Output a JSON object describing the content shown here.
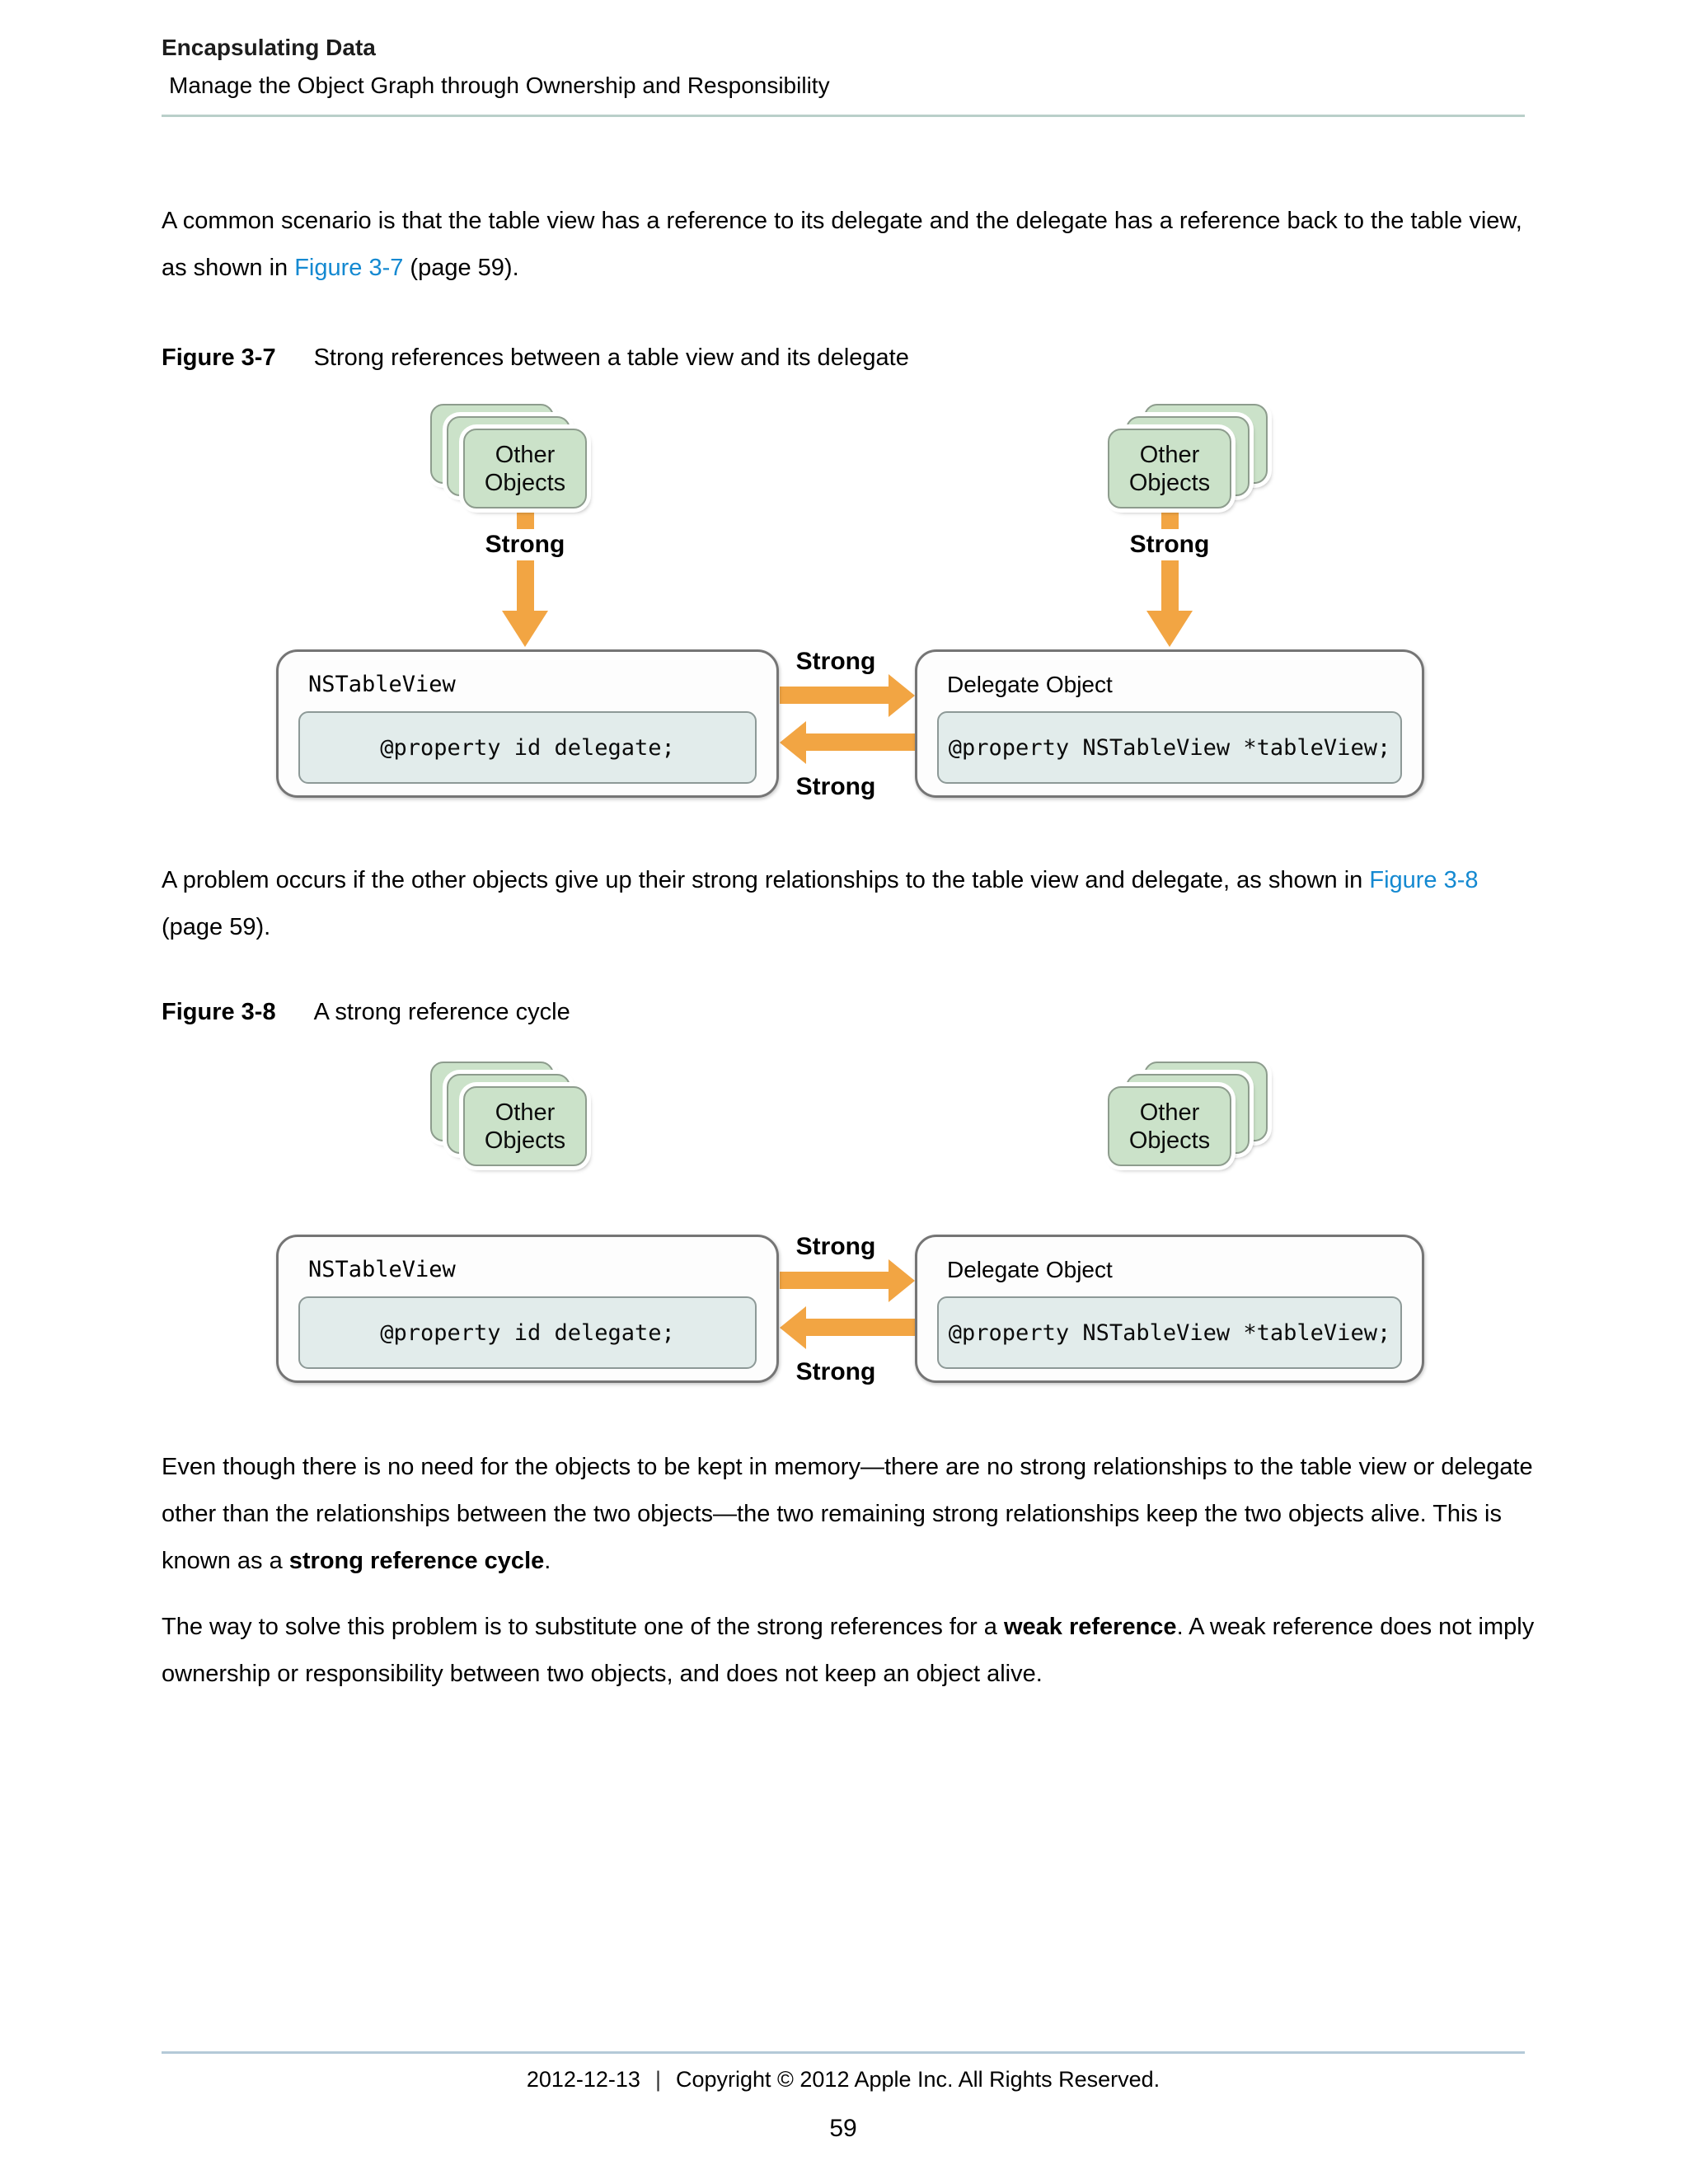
{
  "header": {
    "section_title": "Encapsulating Data",
    "section_subtitle": "Manage the Object Graph through Ownership and Responsibility"
  },
  "paragraphs": {
    "p1": {
      "pre": "A common scenario is that the table view has a reference to its delegate and the delegate has a reference back to the table view, as shown in ",
      "link": "Figure 3-7",
      "post": " (page 59)."
    },
    "p2": {
      "pre": "A problem occurs if the other objects give up their strong relationships to the table view and delegate, as shown in ",
      "link": "Figure 3-8",
      "post": " (page 59)."
    },
    "p3": {
      "pre": "Even though there is no need for the objects to be kept in memory—there are no strong relationships to the table view or delegate other than the relationships between the two objects—the two remaining strong relationships keep the two objects alive. This is known as a ",
      "bold": "strong reference cycle",
      "post": "."
    },
    "p4": {
      "pre": "The way to solve this problem is to substitute one of the strong references for a ",
      "bold": "weak reference",
      "post": ". A weak reference does not imply ownership or responsibility between two objects, and does not keep an object alive."
    }
  },
  "figure7": {
    "label": "Figure 3-7",
    "caption": "Strong references between a table view and its delegate",
    "other_objects": "Other Objects",
    "strong": "Strong",
    "tableview": {
      "title": "NSTableView",
      "property": "@property id delegate;"
    },
    "delegate": {
      "title": "Delegate Object",
      "property": "@property NSTableView *tableView;"
    }
  },
  "figure8": {
    "label": "Figure 3-8",
    "caption": "A strong reference cycle",
    "other_objects": "Other Objects",
    "strong": "Strong",
    "tableview": {
      "title": "NSTableView",
      "property": "@property id delegate;"
    },
    "delegate": {
      "title": "Delegate Object",
      "property": "@property NSTableView *tableView;"
    }
  },
  "footer": {
    "date": "2012-12-13",
    "separator": "|",
    "copyright": "Copyright © 2012 Apple Inc. All Rights Reserved.",
    "page_number": "59"
  },
  "colors": {
    "accent_orange": "#f2a543",
    "link_blue": "#1489d1",
    "card_green": "#cbe2c9",
    "inner_box_teal": "#e2eceb",
    "header_rule": "#b9cfc9",
    "footer_rule": "#b4cad8"
  }
}
